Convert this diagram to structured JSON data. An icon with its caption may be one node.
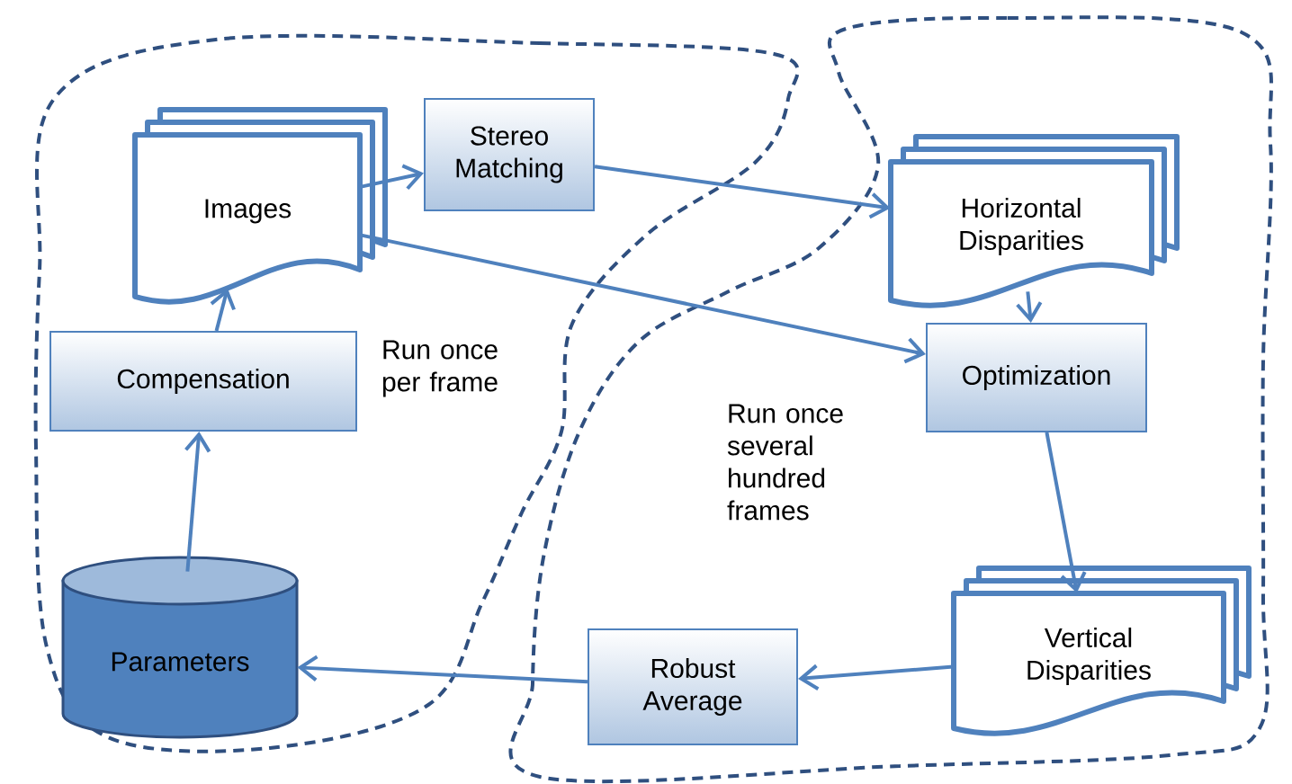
{
  "diagram": {
    "nodes": [
      {
        "text": [
          "Run once per frame"
        ]
      },
      {
        "text": [
          "Images"
        ],
        "in": 0
      },
      {
        "text": [
          "Stereo Matching"
        ],
        "in": 0
      },
      {
        "text": [
          "Compensation"
        ],
        "in": 0
      },
      {
        "text": [
          "Parameters"
        ],
        "in": 0
      },
      {
        "text": [
          "Run once several hundred frames"
        ]
      },
      {
        "text": [
          "Horizontal Disparities"
        ],
        "in": 5
      },
      {
        "text": [
          "Optimization"
        ],
        "in": 5
      },
      {
        "text": [
          "Vertical Disparities"
        ],
        "in": 5
      },
      {
        "text": [
          "Robust Average"
        ],
        "in": 5
      }
    ],
    "edges": [
      {
        "from": 1,
        "to": 2,
        "arrow": "to"
      },
      {
        "from": 2,
        "to": 6,
        "arrow": "to"
      },
      {
        "from": 1,
        "to": 7,
        "arrow": "to"
      },
      {
        "from": 6,
        "to": 7,
        "arrow": "to"
      },
      {
        "from": 7,
        "to": 8,
        "arrow": "to"
      },
      {
        "from": 8,
        "to": 9,
        "arrow": "to"
      },
      {
        "from": 9,
        "to": 4,
        "arrow": "to"
      },
      {
        "from": 4,
        "to": 3,
        "arrow": "to"
      },
      {
        "from": 3,
        "to": 1,
        "arrow": "to"
      }
    ]
  }
}
